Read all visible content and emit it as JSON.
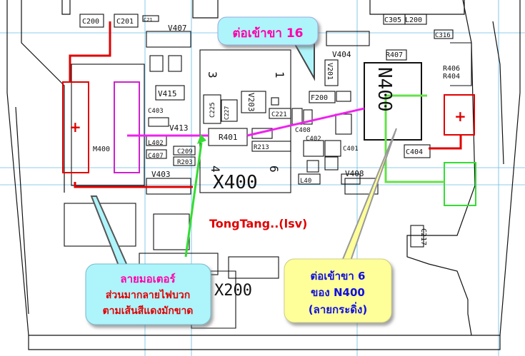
{
  "callouts": {
    "pin16": "ต่อเข้าขา 16",
    "watermark": "TongTang..(lsv)",
    "motor_line1": "ลายมอเตอร์",
    "motor_line2": "ส่วนมากลายไฟบวก",
    "motor_line3": "ตามเส้นสีแดงมักขาด",
    "pin6_line1": "ต่อเข้าขา 6",
    "pin6_line2": "ของ N400",
    "pin6_line3": "(ลายกระดิ่ง)"
  },
  "labels": {
    "c200": "C200",
    "c201": "C201",
    "c210": "C21",
    "v407": "V407",
    "c305": "C305",
    "l200": "L200",
    "c316": "C316",
    "v404": "V404",
    "r407": "R407",
    "r406": "R406",
    "r404": "R404",
    "n400": "N400",
    "x400": "X400",
    "x200": "X200",
    "m400": "M400",
    "v415": "V415",
    "v413": "V413",
    "c403": "C403",
    "l402": "L402",
    "c407": "C407",
    "c209": "C209",
    "r203": "R203",
    "r401": "R401",
    "c225": "C225",
    "v203": "V203",
    "c221": "C221",
    "c227": "C227",
    "f200": "F200",
    "v201": "V201",
    "c404": "C404",
    "c401": "C401",
    "c408": "C408",
    "c402": "C402",
    "v403": "V403",
    "v408": "V408",
    "l401": "L40",
    "c217": "C217",
    "r213": "R213",
    "pin3": "3",
    "pin1": "1",
    "pin4": "4",
    "pin6": "6",
    "plus1": "+",
    "plus2": "+"
  },
  "colors": {
    "trace_red": "#e00000",
    "trace_green": "#33dd33",
    "trace_magenta": "#ee22ee",
    "callout_cyan": "#aef4fb",
    "callout_yellow": "#ffff9a",
    "text_magenta": "#ff00aa",
    "text_red": "#e00000",
    "text_blue": "#1010dd"
  }
}
